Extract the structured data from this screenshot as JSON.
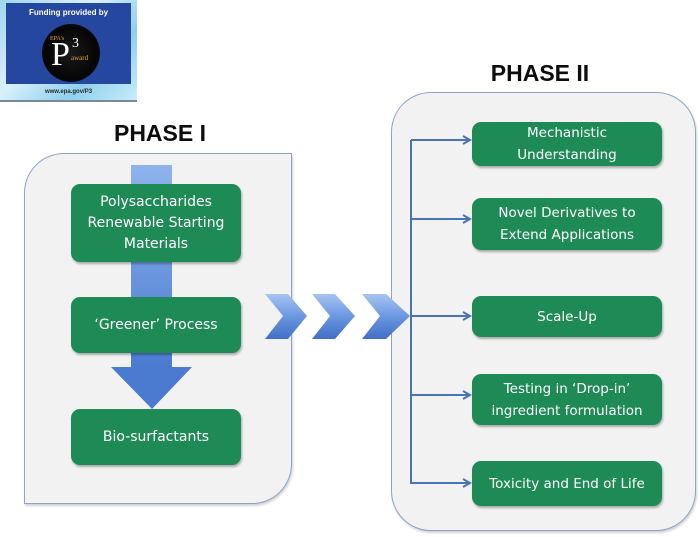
{
  "logo": {
    "funding_text": "Funding provided by",
    "epa_text": "EPA's",
    "p_text": "P",
    "superscript": "3",
    "award_text": "award",
    "url_text": "www.epa.gov/P3"
  },
  "phase1": {
    "title": "PHASE I",
    "steps": [
      {
        "label": "Polysaccharides\nRenewable Starting\nMaterials"
      },
      {
        "label": "‘Greener’ Process"
      },
      {
        "label": "Bio-surfactants"
      }
    ]
  },
  "phase2": {
    "title": "PHASE II",
    "steps": [
      {
        "label": "Mechanistic\nUnderstanding"
      },
      {
        "label": "Novel Derivatives to\nExtend Applications"
      },
      {
        "label": "Scale-Up"
      },
      {
        "label": "Testing in ‘Drop-in’\ningredient formulation"
      },
      {
        "label": "Toxicity and End of Life"
      }
    ]
  },
  "colors": {
    "step_green": "#1e8b57",
    "arrow_blue": "#4f81d2",
    "connector_blue": "#4a72b6",
    "container_fill": "#f2f2f2",
    "container_border": "#8ea3c7"
  }
}
